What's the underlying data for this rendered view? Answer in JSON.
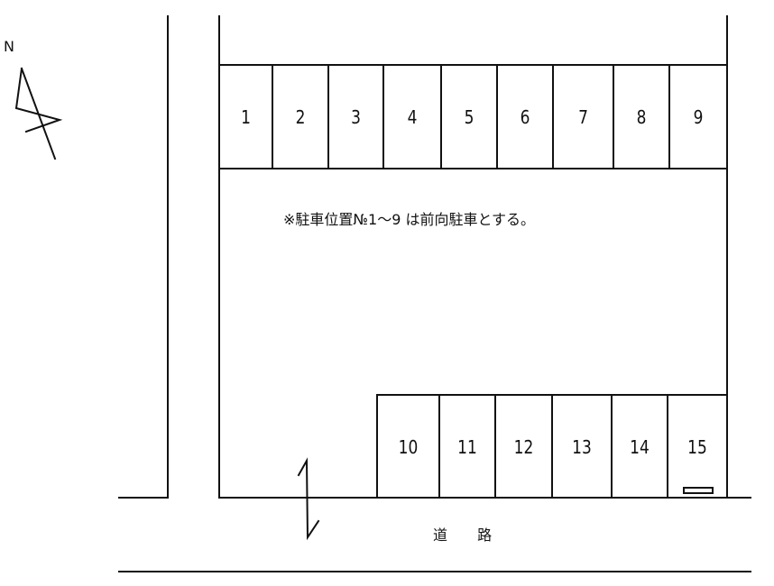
{
  "north_label": "N",
  "top_row_spaces": [
    "1",
    "2",
    "3",
    "4",
    "5",
    "6",
    "7",
    "8",
    "9"
  ],
  "bottom_row_spaces": [
    "10",
    "11",
    "12",
    "13",
    "14",
    "15"
  ],
  "note": "※駐車位置№1～9 は前向駐車とする。",
  "road_label": "道 路",
  "colors": {
    "line": "#111111",
    "background": "#ffffff"
  }
}
